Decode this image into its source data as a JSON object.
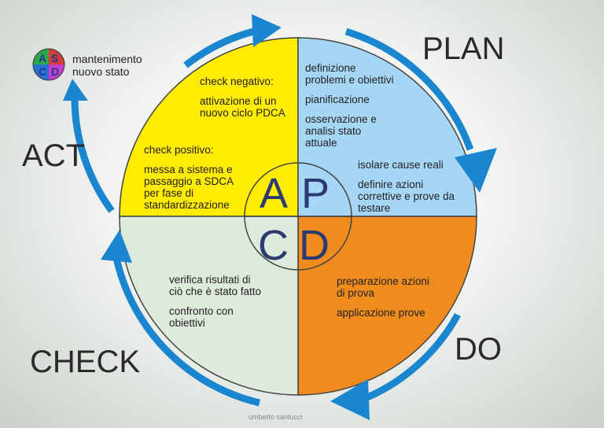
{
  "phases": {
    "plan": "PLAN",
    "do": "DO",
    "check": "CHECK",
    "act": "ACT"
  },
  "center": {
    "a": "A",
    "p": "P",
    "c": "C",
    "d": "D"
  },
  "legend": {
    "icon_letters": {
      "a": "A",
      "s": "S",
      "c": "C",
      "d": "D"
    },
    "line1": "mantenimento",
    "line2": "nuovo stato"
  },
  "quadrants": {
    "act": {
      "negative_title": "check negativo:",
      "negative_line1": "attivazione di un",
      "negative_line2": "nuovo ciclo PDCA",
      "positive_title": "check positivo:",
      "positive_line1": "messa a sistema e",
      "positive_line2": "passaggio a SDCA",
      "positive_line3": "per fase di",
      "positive_line4": "standardizzazione"
    },
    "plan": {
      "item1_line1": "definizione",
      "item1_line2": "problemi e obiettivi",
      "item2": "pianificazione",
      "item3_line1": "osservazione e",
      "item3_line2": "analisi stato",
      "item3_line3": "attuale",
      "item4": "isolare cause reali",
      "item5_line1": "definire azioni",
      "item5_line2": "correttive e prove da",
      "item5_line3": "testare"
    },
    "check": {
      "item1_line1": "verifica risultati di",
      "item1_line2": "ciò che è stato fatto",
      "item2_line1": "confronto con",
      "item2_line2": "obiettivi"
    },
    "do": {
      "item1_line1": "preparazione azioni",
      "item1_line2": "di prova",
      "item2": "applicazione prove"
    }
  },
  "credit": "umberto santucci",
  "colors": {
    "act": "#ffec00",
    "plan": "#a5d6f5",
    "check": "#deeadb",
    "do": "#f08c1e",
    "arrows": "#1a86d0",
    "center_text": "#2b3a70"
  }
}
